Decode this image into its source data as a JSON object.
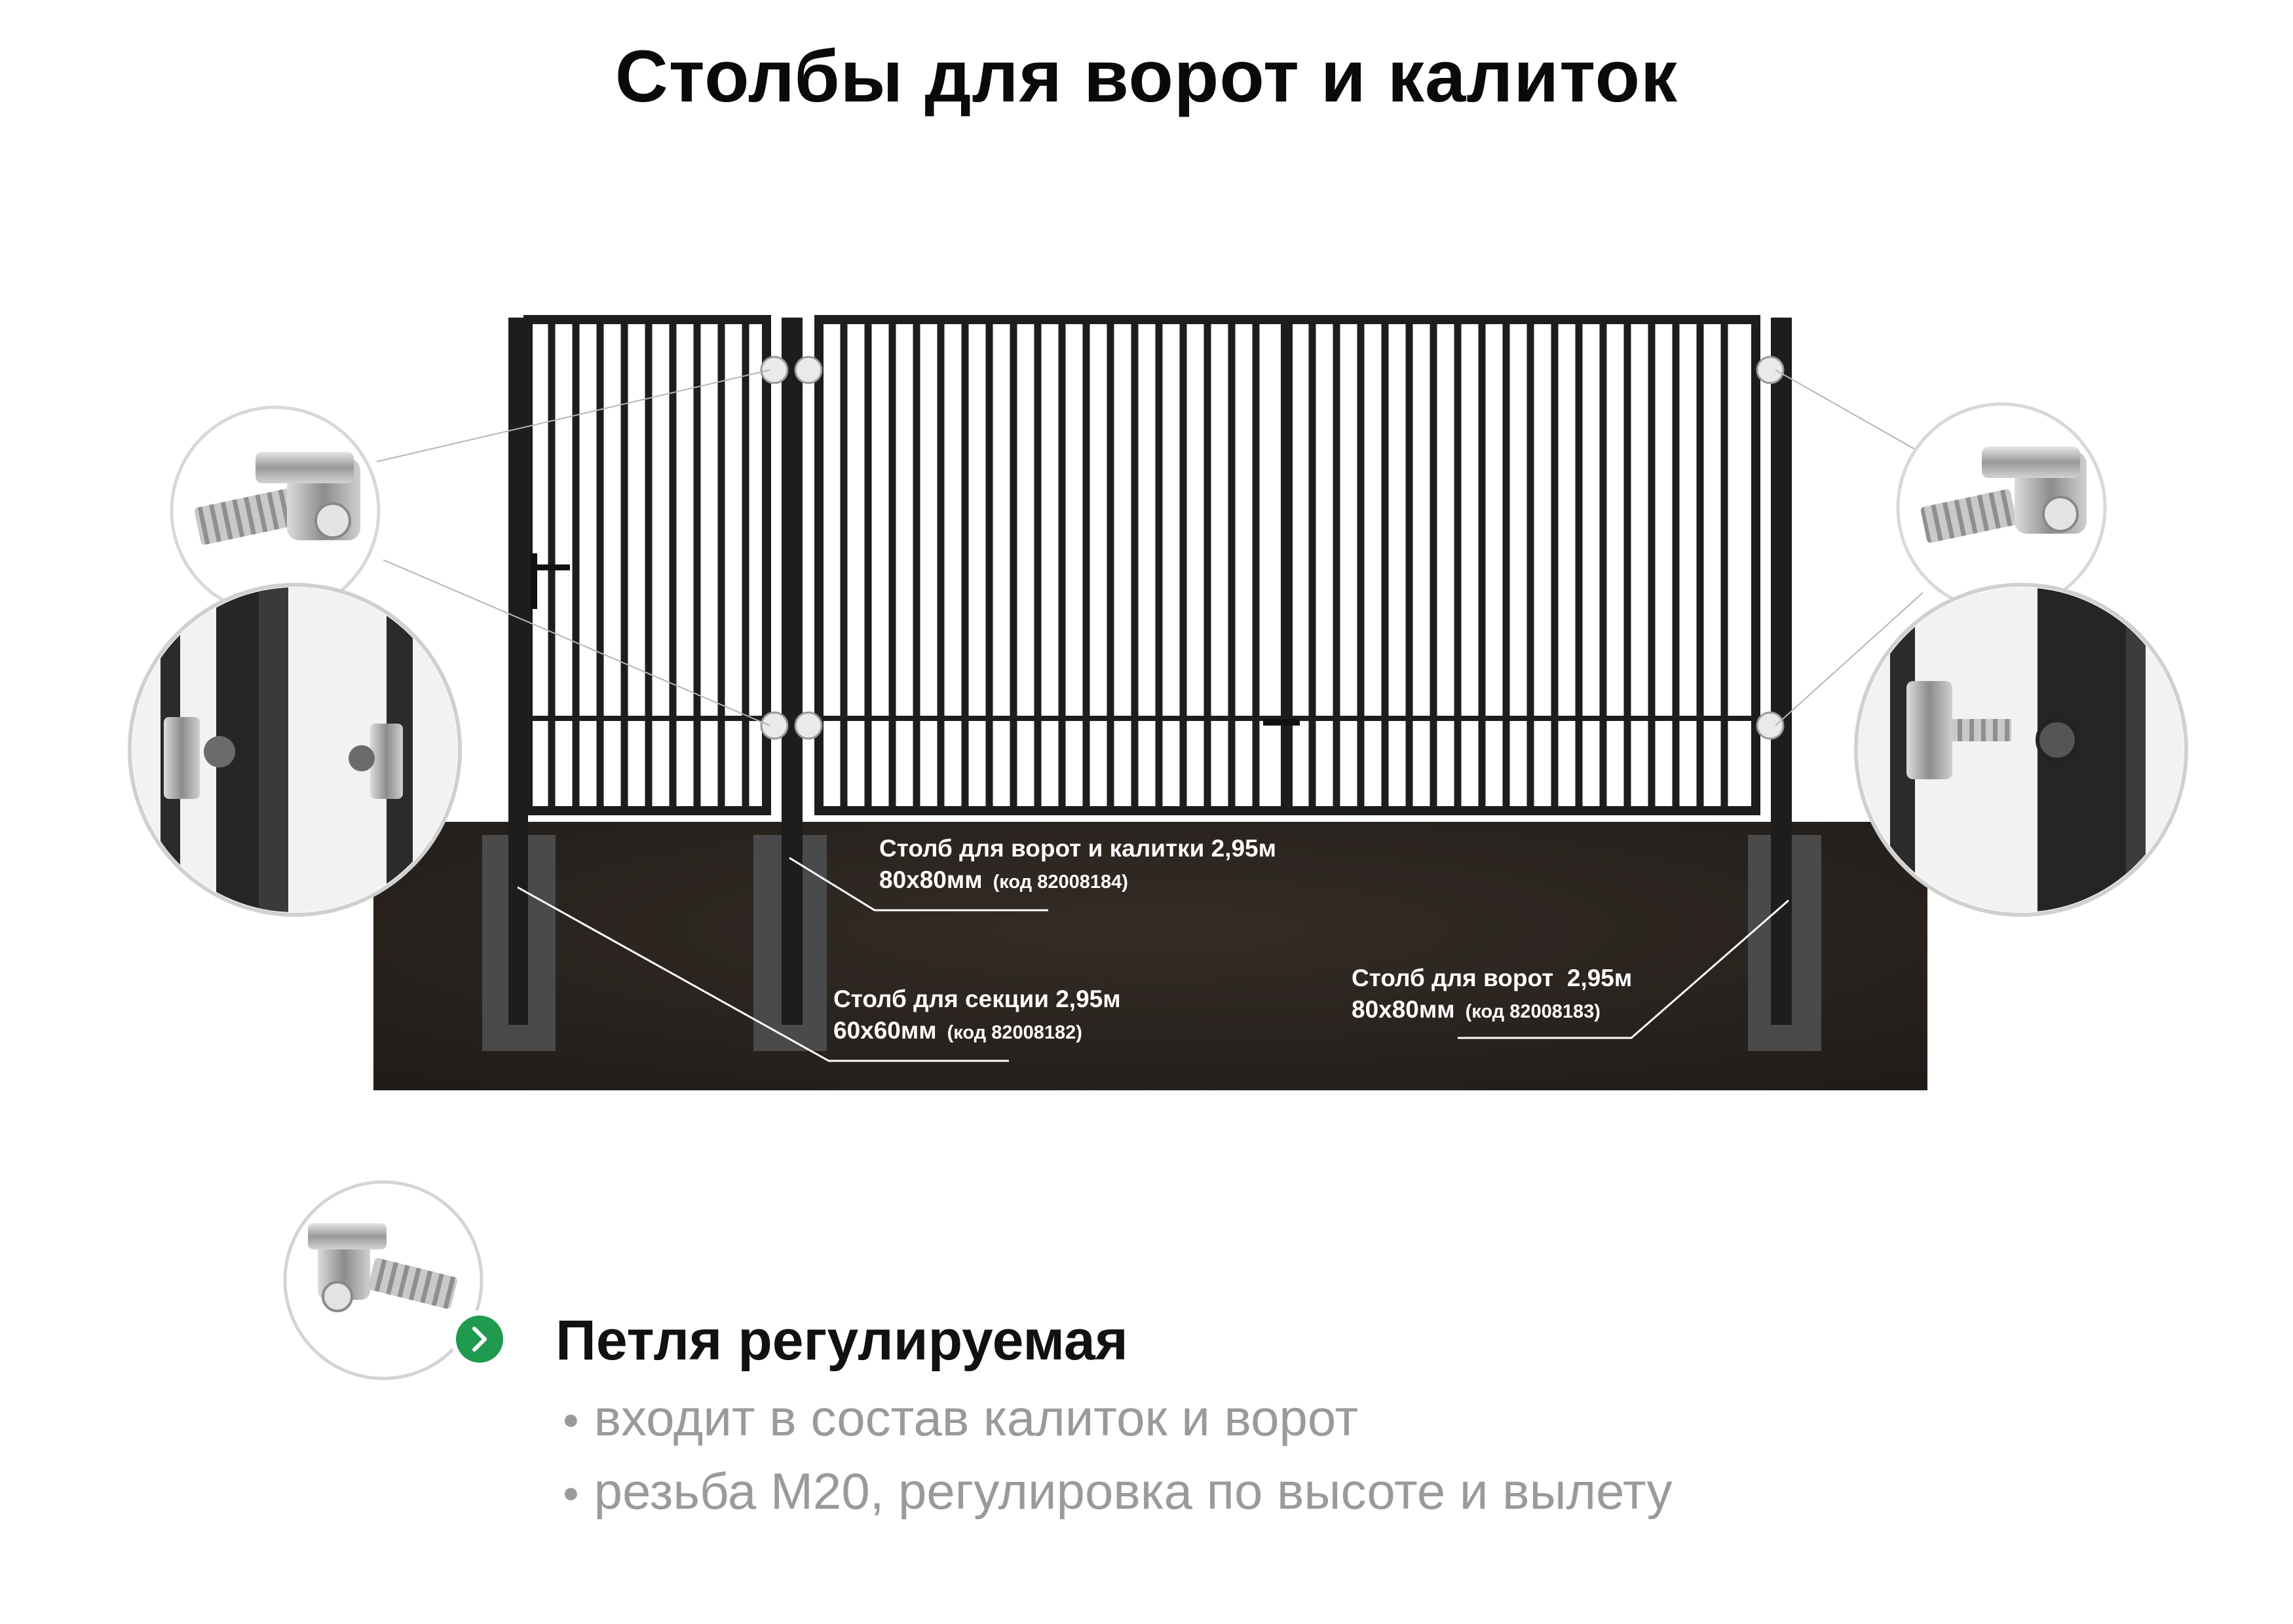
{
  "title": "Столбы для ворот и калиток",
  "posts": [
    {
      "name": "Столб для ворот и калитки 2,95м",
      "size": "80х80мм",
      "code": "(код 82008184)"
    },
    {
      "name": "Столб для секции 2,95м",
      "size": "60х60мм",
      "code": "(код 82008182)"
    },
    {
      "name": "Столб для ворот  2,95м",
      "size": "80х80мм",
      "code": "(код 82008183)"
    }
  ],
  "feature": {
    "title": "Петля регулируемая",
    "bullets": [
      "входит в состав калиток и ворот",
      "резьба М20, регулировка по высоте и вылету"
    ],
    "badge_icon": "chevron-right-icon"
  },
  "colors": {
    "ground": "#2a2420",
    "frame": "#1d1d1d",
    "concrete": "#4a4a4a",
    "badge": "#1f9a4e"
  }
}
